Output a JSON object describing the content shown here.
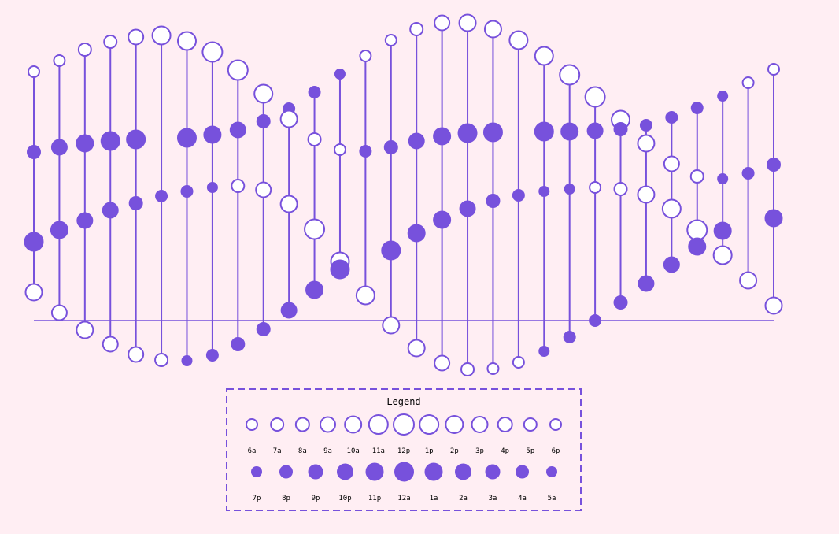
{
  "chart_data": {
    "type": "dot-strip",
    "title": "",
    "xlabel": "",
    "ylabel": "",
    "accent_color": "#7751dc",
    "background_color": "#ffeef3",
    "legend": {
      "title": "Legend",
      "open_marks": [
        "6a",
        "7a",
        "8a",
        "9a",
        "10a",
        "11a",
        "12p",
        "1p",
        "2p",
        "3p",
        "4p",
        "5p",
        "6p"
      ],
      "filled_marks": [
        "7p",
        "8p",
        "9p",
        "10p",
        "11p",
        "12a",
        "1a",
        "2a",
        "3a",
        "4a",
        "5a"
      ]
    },
    "columns": [
      [
        [
          91,
          3,
          0
        ],
        [
          193,
          4,
          1
        ],
        [
          307,
          7,
          1
        ],
        [
          371,
          6,
          0
        ]
      ],
      [
        [
          77,
          3,
          0
        ],
        [
          187,
          5,
          1
        ],
        [
          292,
          6,
          1
        ],
        [
          397,
          5,
          0
        ]
      ],
      [
        [
          63,
          4,
          0
        ],
        [
          182,
          6,
          1
        ],
        [
          280,
          5,
          1
        ],
        [
          419,
          6,
          0
        ]
      ],
      [
        [
          53,
          4,
          0
        ],
        [
          179,
          7,
          1
        ],
        [
          267,
          5,
          1
        ],
        [
          437,
          5,
          0
        ]
      ],
      [
        [
          47,
          5,
          0
        ],
        [
          177,
          7,
          1
        ],
        [
          258,
          4,
          1
        ],
        [
          450,
          5,
          0
        ]
      ],
      [
        [
          45,
          7,
          0
        ],
        [
          249,
          3,
          1
        ],
        [
          457,
          4,
          0
        ]
      ],
      [
        [
          52,
          7,
          0
        ],
        [
          175,
          7,
          1
        ],
        [
          243,
          3,
          1
        ],
        [
          458,
          2,
          1
        ]
      ],
      [
        [
          66,
          8,
          0
        ],
        [
          171,
          6,
          1
        ],
        [
          238,
          2,
          1
        ],
        [
          451,
          3,
          1
        ]
      ],
      [
        [
          89,
          8,
          0
        ],
        [
          165,
          5,
          1
        ],
        [
          236,
          4,
          0
        ],
        [
          437,
          4,
          1
        ]
      ],
      [
        [
          119,
          7,
          0
        ],
        [
          154,
          4,
          1
        ],
        [
          241,
          5,
          0
        ],
        [
          418,
          4,
          1
        ]
      ],
      [
        [
          138,
          3,
          1
        ],
        [
          151,
          6,
          0
        ],
        [
          259,
          6,
          0
        ],
        [
          394,
          5,
          1
        ]
      ],
      [
        [
          117,
          3,
          1
        ],
        [
          177,
          4,
          0
        ],
        [
          291,
          8,
          0
        ],
        [
          368,
          6,
          1
        ]
      ],
      [
        [
          94,
          2,
          1
        ],
        [
          190,
          3,
          0
        ],
        [
          332,
          7,
          0
        ],
        [
          342,
          7,
          1
        ]
      ],
      [
        [
          71,
          3,
          0
        ],
        [
          192,
          3,
          1
        ],
        [
          375,
          7,
          0
        ]
      ],
      [
        [
          51,
          3,
          0
        ],
        [
          187,
          4,
          1
        ],
        [
          318,
          7,
          1
        ],
        [
          413,
          6,
          0
        ]
      ],
      [
        [
          37,
          4,
          0
        ],
        [
          179,
          5,
          1
        ],
        [
          296,
          6,
          1
        ],
        [
          442,
          6,
          0
        ]
      ],
      [
        [
          29,
          5,
          0
        ],
        [
          173,
          6,
          1
        ],
        [
          279,
          6,
          1
        ],
        [
          461,
          5,
          0
        ]
      ],
      [
        [
          29,
          6,
          0
        ],
        [
          169,
          7,
          1
        ],
        [
          265,
          5,
          1
        ],
        [
          469,
          4,
          0
        ]
      ],
      [
        [
          37,
          6,
          0
        ],
        [
          168,
          7,
          1
        ],
        [
          255,
          4,
          1
        ],
        [
          468,
          3,
          0
        ]
      ],
      [
        [
          51,
          7,
          0
        ],
        [
          248,
          3,
          1
        ],
        [
          460,
          3,
          0
        ]
      ],
      [
        [
          71,
          7,
          0
        ],
        [
          167,
          7,
          1
        ],
        [
          243,
          2,
          1
        ],
        [
          446,
          2,
          1
        ]
      ],
      [
        [
          95,
          8,
          0
        ],
        [
          167,
          6,
          1
        ],
        [
          240,
          2,
          1
        ],
        [
          428,
          3,
          1
        ]
      ],
      [
        [
          123,
          8,
          0
        ],
        [
          166,
          5,
          1
        ],
        [
          238,
          3,
          0
        ],
        [
          407,
          3,
          1
        ]
      ],
      [
        [
          152,
          7,
          0
        ],
        [
          164,
          4,
          1
        ],
        [
          240,
          4,
          0
        ],
        [
          384,
          4,
          1
        ]
      ],
      [
        [
          159,
          3,
          1
        ],
        [
          182,
          6,
          0
        ],
        [
          247,
          6,
          0
        ],
        [
          360,
          5,
          1
        ]
      ],
      [
        [
          149,
          3,
          1
        ],
        [
          208,
          5,
          0
        ],
        [
          265,
          7,
          0
        ],
        [
          336,
          5,
          1
        ]
      ],
      [
        [
          137,
          3,
          1
        ],
        [
          224,
          4,
          0
        ],
        [
          292,
          8,
          0
        ],
        [
          313,
          6,
          1
        ]
      ],
      [
        [
          122,
          2,
          1
        ],
        [
          227,
          2,
          1
        ],
        [
          293,
          6,
          1
        ],
        [
          324,
          7,
          0
        ]
      ],
      [
        [
          105,
          3,
          0
        ],
        [
          220,
          3,
          1
        ],
        [
          356,
          6,
          0
        ]
      ],
      [
        [
          88,
          3,
          0
        ],
        [
          209,
          4,
          1
        ],
        [
          277,
          6,
          1
        ],
        [
          388,
          6,
          0
        ]
      ]
    ]
  }
}
